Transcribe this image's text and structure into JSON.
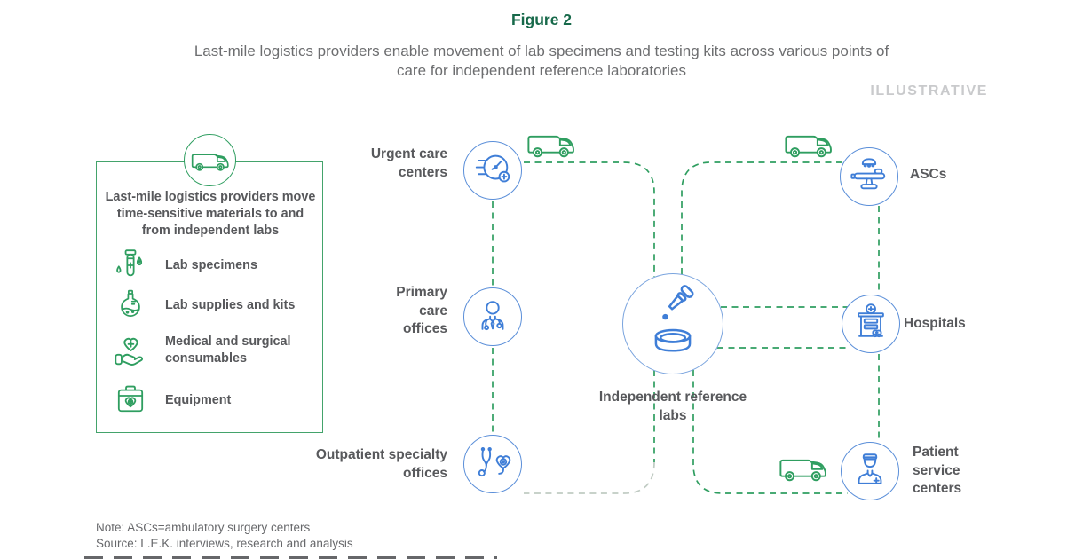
{
  "header": {
    "figure_label": "Figure 2",
    "title_line1": "Last-mile logistics providers enable movement of lab specimens and testing kits across various points of",
    "title_line2": "care for independent reference laboratories",
    "tag": "ILLUSTRATIVE"
  },
  "legend": {
    "icon": "delivery-truck-icon",
    "title": "Last-mile logistics providers move time-sensitive materials to and from independent labs",
    "items": [
      {
        "icon": "test-tube-icon",
        "label": "Lab specimens"
      },
      {
        "icon": "lab-flask-icon",
        "label": "Lab supplies and kits"
      },
      {
        "icon": "hand-heart-icon",
        "label": "Medical and surgical consumables"
      },
      {
        "icon": "medical-kit-icon",
        "label": "Equipment"
      }
    ]
  },
  "nodes": {
    "urgent_care": {
      "label": "Urgent care centers",
      "icon": "speed-clock-icon"
    },
    "primary_care": {
      "label": "Primary care offices",
      "icon": "doctor-icon"
    },
    "outpatient": {
      "label": "Outpatient specialty offices",
      "icon": "stethoscope-heart-icon"
    },
    "labs": {
      "label": "Independent reference labs",
      "icon": "dropper-petri-dish-icon"
    },
    "ascs": {
      "label": "ASCs",
      "icon": "operating-table-icon"
    },
    "hospitals": {
      "label": "Hospitals",
      "icon": "hospital-building-icon"
    },
    "patient_service": {
      "label": "Patient service centers",
      "icon": "nurse-icon"
    }
  },
  "footnotes": {
    "note": "Note: ASCs=ambulatory surgery centers",
    "source": "Source: L.E.K. interviews, research and analysis"
  },
  "colors": {
    "green": "#2f9e60",
    "box_border_green": "#43a36b",
    "dark_green_title": "#17694a",
    "blue_icon": "#3f7ed7",
    "blue_circle": "#5b8fd9",
    "light_blue_circle": "#7aa4de",
    "faded_connector": "#c0cbc3",
    "text_dark": "#58595c",
    "text_gray": "#6d6e70",
    "tag_gray": "#c9cacc"
  }
}
